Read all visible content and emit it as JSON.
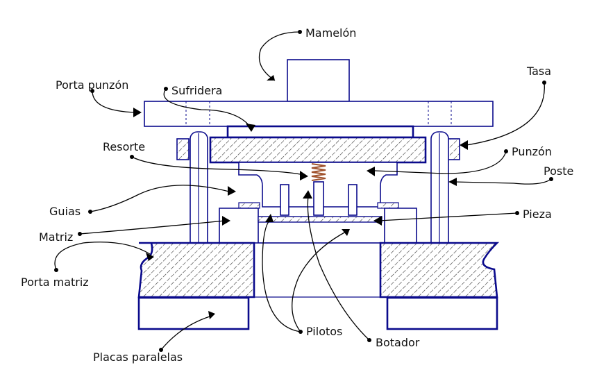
{
  "labels": {
    "mamelon": "Mamelón",
    "porta_punzon": "Porta punzón",
    "sufridera": "Sufridera",
    "tasa": "Tasa",
    "resorte": "Resorte",
    "punzon": "Punzón",
    "poste": "Poste",
    "guias": "Guias",
    "pieza": "Pieza",
    "matriz": "Matriz",
    "porta_matriz": "Porta matriz",
    "pilotos": "Pilotos",
    "botador": "Botador",
    "placas_paralelas": "Placas paralelas"
  },
  "colors": {
    "outline": "#0a0a8c",
    "spring": "#a0522d",
    "text": "#111111"
  }
}
